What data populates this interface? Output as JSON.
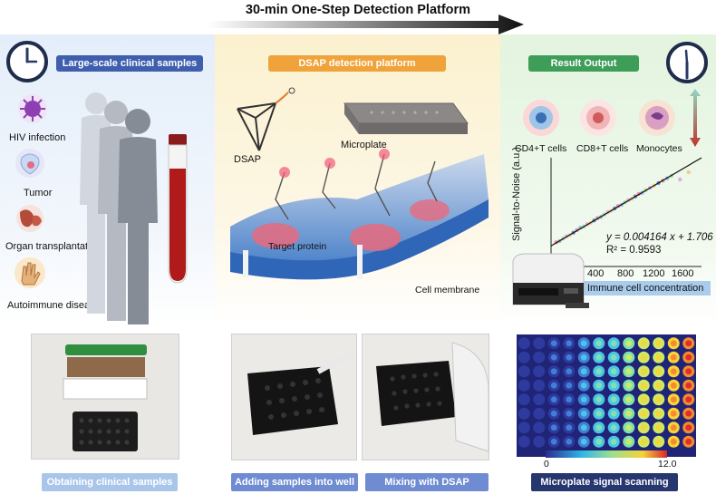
{
  "header": {
    "title": "30-min One-Step Detection Platform"
  },
  "left": {
    "pill": "Large-scale clinical samples",
    "conditions": [
      "HIV infection",
      "Tumor",
      "Organ transplantation",
      "Autoimmune diseases"
    ],
    "caption": "Obtaining clinical samples"
  },
  "middle": {
    "pill": "DSAP detection platform",
    "labels": {
      "dsap": "DSAP",
      "microplate": "Microplate",
      "target": "Target protein",
      "membrane": "Cell membrane"
    },
    "caption_left": "Adding samples into well",
    "caption_right": "Mixing with DSAP"
  },
  "right": {
    "pill": "Result Output",
    "cells": [
      "CD4+T cells",
      "CD8+T cells",
      "Monocytes"
    ],
    "caption": "Microplate signal scanning",
    "colorbar": {
      "min": "0",
      "max": "12.0"
    }
  },
  "chart_data": {
    "type": "scatter",
    "ylabel": "Signal-to-Noise (a.u.)",
    "xlabel": "Immune cell concentration",
    "xticks": [
      "400",
      "800",
      "1200",
      "1600"
    ],
    "xlim": [
      0,
      1750
    ],
    "ylim": [
      0,
      9
    ],
    "equation": "y = 0.004164 x + 1.706",
    "r2": "R² = 0.9593",
    "fit": {
      "slope": 0.004164,
      "intercept": 1.706
    },
    "x": [
      60,
      100,
      140,
      180,
      220,
      260,
      300,
      340,
      380,
      420,
      460,
      500,
      540,
      580,
      620,
      660,
      700,
      740,
      780,
      820,
      860,
      900,
      940,
      980,
      1020,
      1060,
      1100,
      1150,
      1200,
      1250,
      1300,
      1350,
      1400,
      1500,
      1600
    ],
    "y": [
      2.0,
      2.1,
      2.3,
      2.5,
      2.6,
      2.8,
      3.0,
      3.2,
      3.3,
      3.5,
      3.6,
      3.8,
      4.0,
      4.1,
      4.3,
      4.5,
      4.6,
      4.8,
      5.0,
      5.1,
      5.3,
      5.5,
      5.6,
      5.8,
      6.0,
      6.1,
      6.3,
      6.5,
      6.7,
      6.9,
      7.1,
      7.3,
      7.5,
      7.2,
      7.8
    ]
  },
  "colors": {
    "blue_pill": "#3f5fae",
    "orange_pill": "#f0a33a",
    "green_pill": "#3f9d5a",
    "navy_pill": "#26366f",
    "lightblue_pill": "#a9c6ea",
    "periwinkle_pill": "#6f8bd1"
  }
}
